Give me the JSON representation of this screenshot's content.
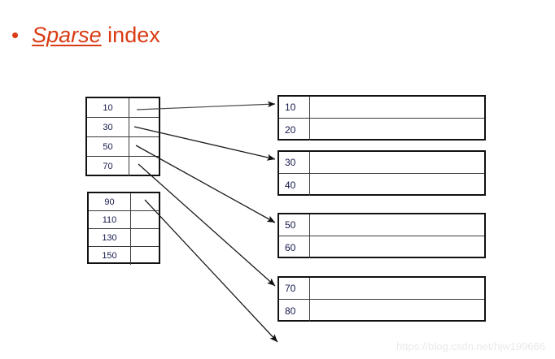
{
  "slide": {
    "bullet_glyph": "•",
    "title_emphasis": "Sparse",
    "title_rest": " index",
    "title_color": "#d93b14"
  },
  "index_blocks": [
    {
      "name": "index-block-1",
      "rows": [
        {
          "key": "10"
        },
        {
          "key": "30"
        },
        {
          "key": "50"
        },
        {
          "key": "70"
        }
      ]
    },
    {
      "name": "index-block-2",
      "rows": [
        {
          "key": "90"
        },
        {
          "key": "110"
        },
        {
          "key": "130"
        },
        {
          "key": "150"
        }
      ]
    }
  ],
  "data_blocks": [
    {
      "name": "data-block-1",
      "rows": [
        {
          "key": "10"
        },
        {
          "key": "20"
        }
      ]
    },
    {
      "name": "data-block-2",
      "rows": [
        {
          "key": "30"
        },
        {
          "key": "40"
        }
      ]
    },
    {
      "name": "data-block-3",
      "rows": [
        {
          "key": "50"
        },
        {
          "key": "60"
        }
      ]
    },
    {
      "name": "data-block-4",
      "rows": [
        {
          "key": "70"
        },
        {
          "key": "80"
        }
      ]
    }
  ],
  "pointers": [
    {
      "name": "pointer-10",
      "from_key": "10",
      "to_block": "data-block-1"
    },
    {
      "name": "pointer-30",
      "from_key": "30",
      "to_block": "data-block-2"
    },
    {
      "name": "pointer-50",
      "from_key": "50",
      "to_block": "data-block-3"
    },
    {
      "name": "pointer-70",
      "from_key": "70",
      "to_block": "data-block-4"
    },
    {
      "name": "pointer-90",
      "from_key": "90",
      "to_block": "offslide"
    }
  ],
  "watermark": {
    "text": "https://blog.csdn.net/hjw199666"
  }
}
